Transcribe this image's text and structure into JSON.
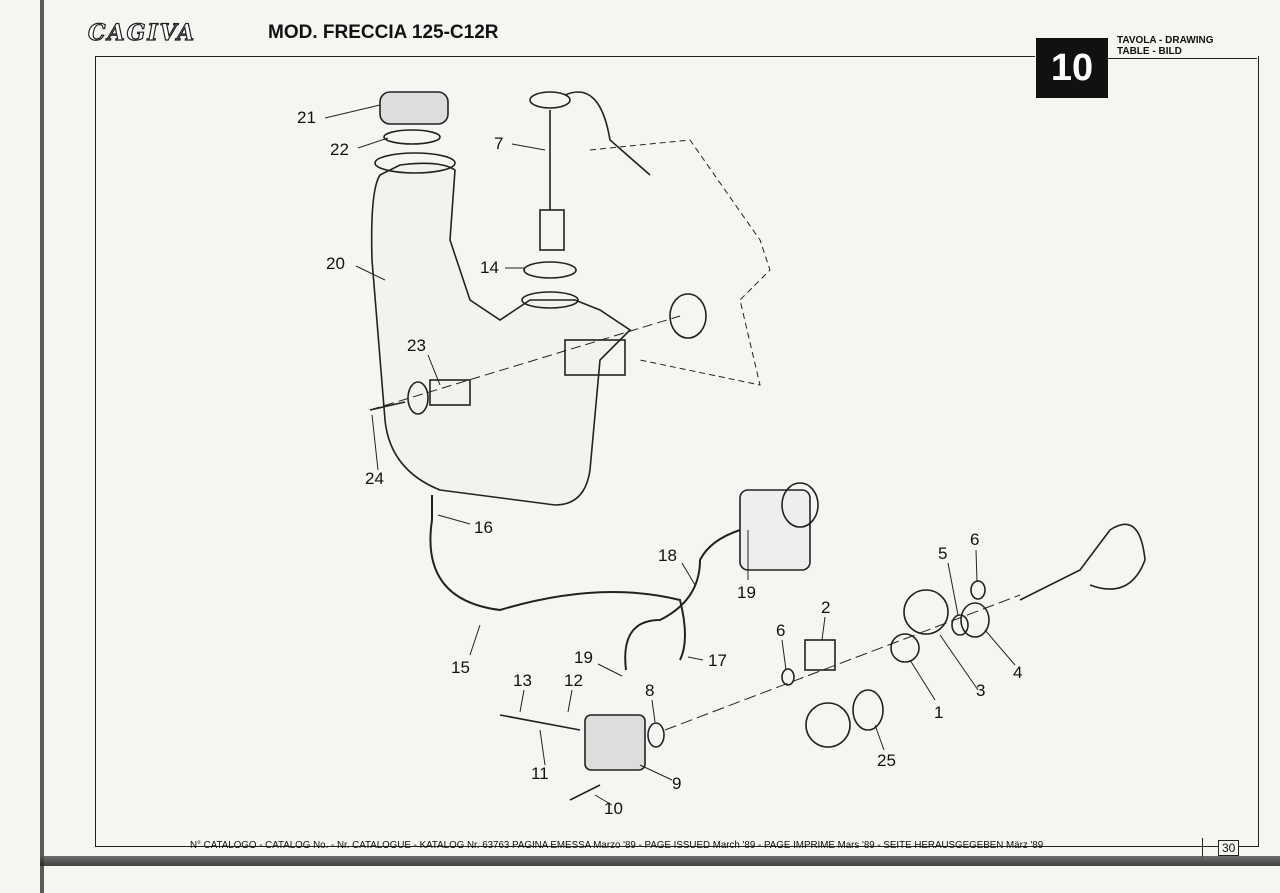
{
  "header": {
    "brand": "CAGIVA",
    "model_title": "MOD. FRECCIA 125-C12R",
    "table_label_line1": "TAVOLA - DRAWING",
    "table_label_line2": "TABLE - BILD",
    "table_number": "10"
  },
  "callouts": [
    "21",
    "22",
    "7",
    "20",
    "14",
    "23",
    "24",
    "16",
    "18",
    "19",
    "6",
    "5",
    "2",
    "6",
    "19",
    "17",
    "15",
    "13",
    "12",
    "8",
    "1",
    "3",
    "4",
    "25",
    "11",
    "9",
    "10"
  ],
  "footer": {
    "catalog_text": "N° CATALOGO - CATALOG No. - Nr. CATALOGUE - KATALOG Nr. 63763 PAGINA EMESSA Marzo '89 - PAGE ISSUED March '89 - PAGE IMPRIME Mars '89 - SEITE HERAUSGEGEBEN März '89",
    "page_number": "30"
  }
}
